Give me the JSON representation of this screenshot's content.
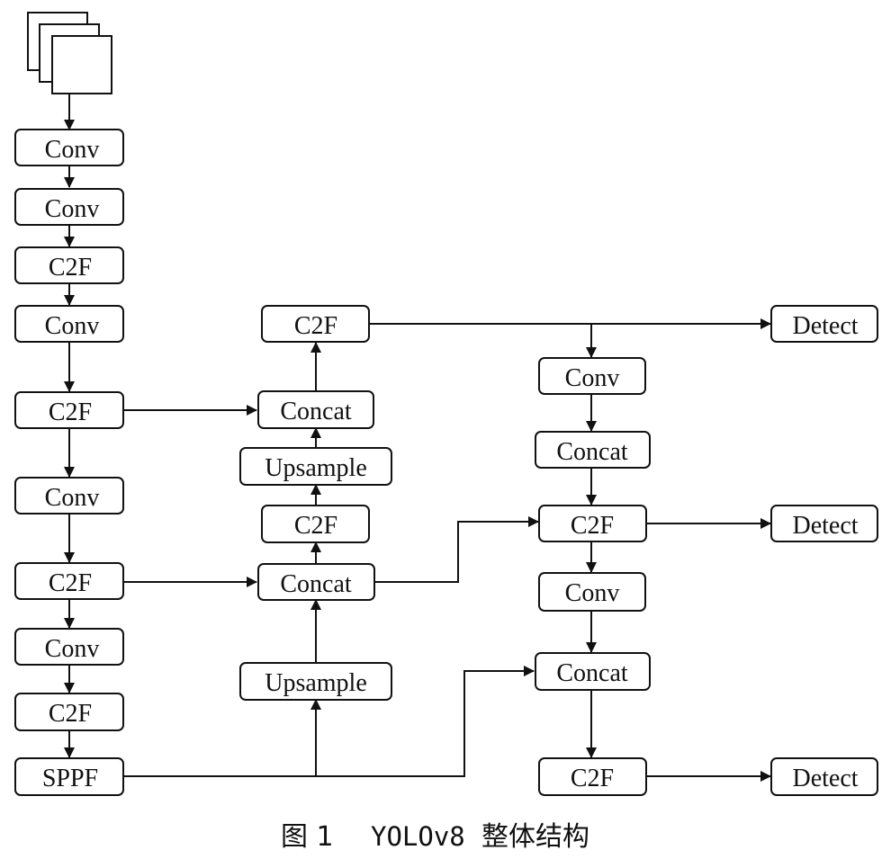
{
  "diagram": {
    "input_icon": "image-stack-icon",
    "nodes": {
      "b1_conv1": "Conv",
      "b2_conv2": "Conv",
      "b3_c2f1": "C2F",
      "b4_conv3": "Conv",
      "b5_c2f2": "C2F",
      "b6_conv4": "Conv",
      "b7_c2f3": "C2F",
      "b8_conv5": "Conv",
      "b9_c2f4": "C2F",
      "b10_sppf": "SPPF",
      "n1_c2f": "C2F",
      "n2_concat": "Concat",
      "n3_upsample": "Upsample",
      "n4_c2f": "C2F",
      "n5_concat": "Concat",
      "n6_upsample": "Upsample",
      "h1_conv": "Conv",
      "h2_concat": "Concat",
      "h3_c2f": "C2F",
      "h4_conv": "Conv",
      "h5_concat": "Concat",
      "h6_c2f": "C2F",
      "d1_detect": "Detect",
      "d2_detect": "Detect",
      "d3_detect": "Detect"
    }
  },
  "caption": {
    "figure_label": "图 1",
    "model_name": "YOLOv8",
    "title_cjk": "整体结构"
  }
}
